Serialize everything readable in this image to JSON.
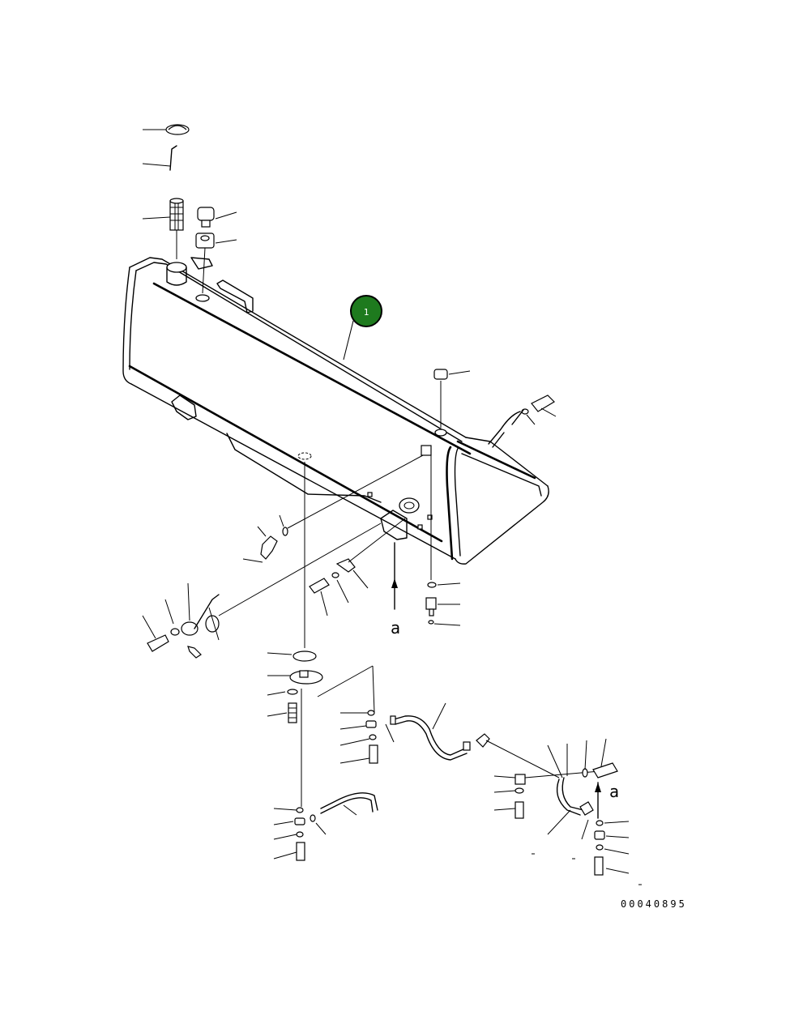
{
  "diagram": {
    "drawing_number": "00040895",
    "callout": {
      "label": "1",
      "color": "#1e7a1e",
      "ring_color": "#000000"
    },
    "view_marks": [
      "a",
      "a"
    ]
  }
}
